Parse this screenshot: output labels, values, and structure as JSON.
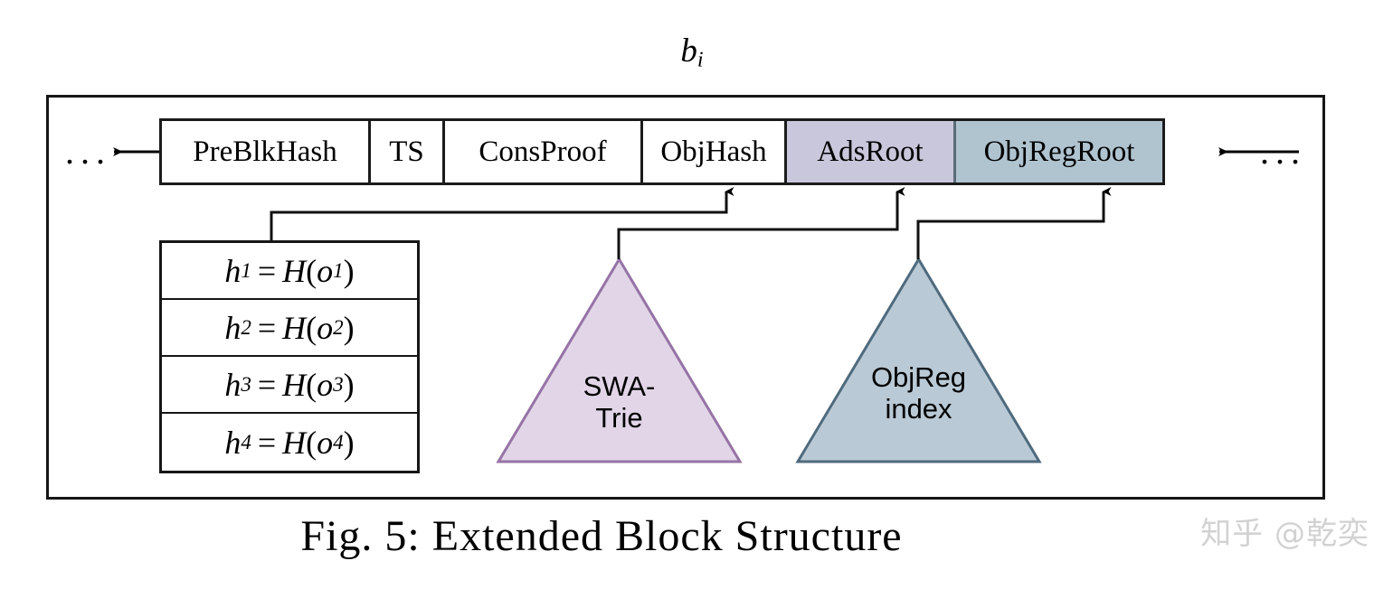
{
  "figure": {
    "block_label": {
      "base": "b",
      "subscript": "i"
    },
    "caption": "Fig. 5: Extended Block Structure",
    "watermark": "知乎 @乾奕"
  },
  "chain": {
    "left_ellipsis": "...",
    "right_ellipsis": "...",
    "left_arrow_icon": "arrow-left-icon",
    "right_arrow_icon": "arrow-left-icon"
  },
  "block_header": {
    "fields": [
      {
        "label": "PreBlkHash",
        "fill": "#ffffff"
      },
      {
        "label": "TS",
        "fill": "#ffffff"
      },
      {
        "label": "ConsProof",
        "fill": "#ffffff"
      },
      {
        "label": "ObjHash",
        "fill": "#ffffff"
      },
      {
        "label": "AdsRoot",
        "fill": "#c9c7db"
      },
      {
        "label": "ObjRegRoot",
        "fill": "#b0c4d0"
      }
    ]
  },
  "hash_list": {
    "rows": [
      {
        "lhs": "h",
        "lhs_sub": "1",
        "op": "=",
        "fn": "H",
        "arg": "o",
        "arg_sub": "1"
      },
      {
        "lhs": "h",
        "lhs_sub": "2",
        "op": "=",
        "fn": "H",
        "arg": "o",
        "arg_sub": "2"
      },
      {
        "lhs": "h",
        "lhs_sub": "3",
        "op": "=",
        "fn": "H",
        "arg": "o",
        "arg_sub": "3"
      },
      {
        "lhs": "h",
        "lhs_sub": "4",
        "op": "=",
        "fn": "H",
        "arg": "o",
        "arg_sub": "4"
      }
    ]
  },
  "structures": [
    {
      "name": "swa-trie",
      "label": "SWA-\nTrie",
      "fill": "#e1d5e7",
      "stroke": "#9673a6",
      "links_to": "AdsRoot"
    },
    {
      "name": "objreg-index",
      "label": "ObjReg\nindex",
      "fill": "#b9c9d5",
      "stroke": "#4f6a7d",
      "links_to": "ObjRegRoot"
    }
  ],
  "links": [
    {
      "from": "hash-list",
      "to": "ObjHash"
    },
    {
      "from": "swa-trie",
      "to": "AdsRoot"
    },
    {
      "from": "objreg-index",
      "to": "ObjRegRoot"
    }
  ],
  "colors": {
    "ads_root_fill": "#c9c7db",
    "objreg_root_fill": "#b0c4d0",
    "swa_trie_fill": "#e1d5e7",
    "swa_trie_stroke": "#9673a6",
    "objreg_fill": "#b9c9d5",
    "objreg_stroke": "#4f6a7d",
    "line": "#161616",
    "watermark": "#d2d2d2"
  }
}
